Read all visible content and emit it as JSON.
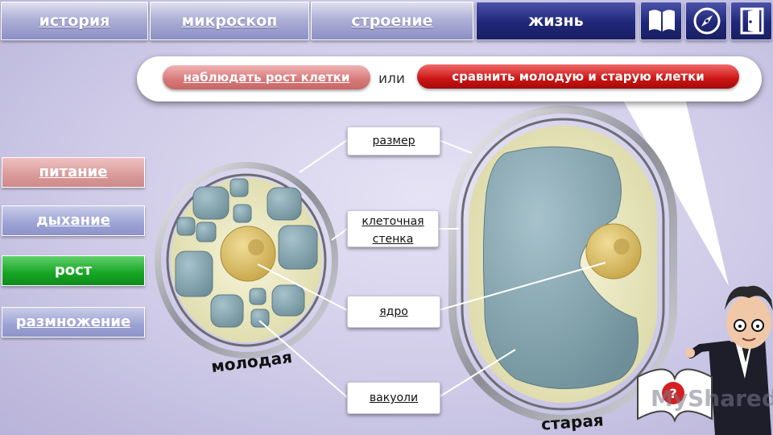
{
  "nav": {
    "tabs": [
      {
        "label": "история",
        "active": false
      },
      {
        "label": "микроскоп",
        "active": false
      },
      {
        "label": "строение",
        "active": false
      },
      {
        "label": "жизнь",
        "active": true
      }
    ],
    "icons": [
      "book-icon",
      "compass-icon",
      "exit-door-icon"
    ]
  },
  "bubble": {
    "observe_label": "наблюдать рост клетки",
    "or_text": "или",
    "compare_label": "сравнить молодую и старую клетки"
  },
  "sidebar": {
    "items": [
      {
        "label": "питание"
      },
      {
        "label": "дыхание"
      },
      {
        "label": "рост",
        "active": true
      },
      {
        "label": "размножение"
      }
    ]
  },
  "labels": {
    "size": "размер",
    "wall_line1": "клеточная",
    "wall_line2": "стенка",
    "nucleus": "ядро",
    "vacuoles": "вакуоли"
  },
  "captions": {
    "young": "молодая",
    "old": "старая"
  },
  "colors": {
    "active_tab": "#1f2779",
    "compare_button": "#cc1414",
    "growth_button": "#16a524",
    "cytoplasm": "#efedc8",
    "vacuole": "#7f9ea8",
    "nucleus": "#d8c06a"
  },
  "watermark": "MyShared"
}
